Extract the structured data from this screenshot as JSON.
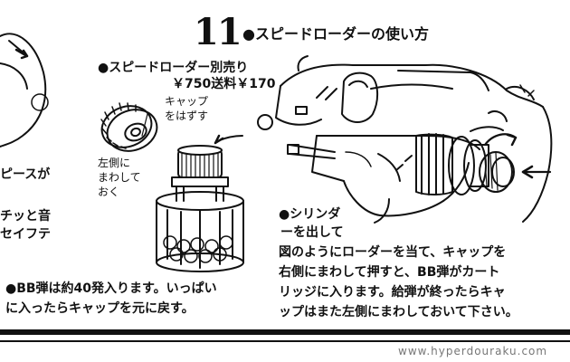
{
  "header": {
    "step_number": "11",
    "title": "●スピードローダーの使い方"
  },
  "product": {
    "name": "●スピードローダー別売り",
    "price": "￥750送料￥170"
  },
  "labels": {
    "cap_remove": [
      "キャップ",
      "をはずす"
    ],
    "turn_left": [
      "左側に",
      "まわして",
      "おく"
    ],
    "cylinder_out": [
      "●シリンダ",
      "ーを出して"
    ]
  },
  "left_fragments": [
    "ピースが",
    "チッと音",
    "セイフテ"
  ],
  "instructions": {
    "main": [
      "図のようにローダーを当て、キャップを",
      "右側にまわして押すと、BB弾がカート",
      "リッジに入ります。給弾が終ったらキャ",
      "ップはまた左側にまわしておいて下さい。"
    ],
    "bb": [
      "●BB弾は約40発入ります。いっぱい",
      "に入ったらキャップを元に戻す。"
    ]
  },
  "watermark": "www.hyperdouraku.com"
}
